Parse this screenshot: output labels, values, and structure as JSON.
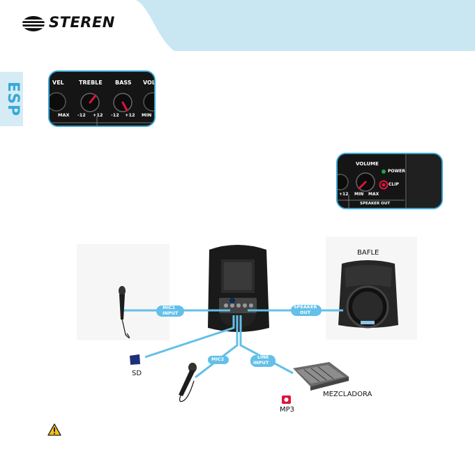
{
  "header": {
    "brand": "STEREN"
  },
  "side_tab": {
    "label": "ESP"
  },
  "tone_panel": {
    "knobs": [
      {
        "title": "VEL",
        "min": "",
        "max": "MAX"
      },
      {
        "title": "TREBLE",
        "min": "-12",
        "max": "+12"
      },
      {
        "title": "BASS",
        "min": "-12",
        "max": "+12"
      },
      {
        "title": "VOL",
        "min": "MIN",
        "max": ""
      }
    ]
  },
  "volume_panel": {
    "title": "VOLUME",
    "min": "MIN",
    "max": "MAX",
    "power": "POWER",
    "clip": "CLIP",
    "speaker_out": "SPEAKER OUT",
    "left_scale": "+12"
  },
  "diagram": {
    "bafle": "BAFLE",
    "mic1": [
      "MIC1",
      "INPUT"
    ],
    "speaker_out": [
      "SPEAKER",
      "OUT"
    ],
    "mic2": "MIC2",
    "line_input": [
      "LINE",
      "INPUT"
    ],
    "sd": "SD",
    "mezcladora": "MEZCLADORA",
    "mp3": "MP3"
  },
  "colors": {
    "accent": "#3aa6d4",
    "header_bg": "#c9e7f3",
    "knob_pointer": "#e0143c"
  }
}
